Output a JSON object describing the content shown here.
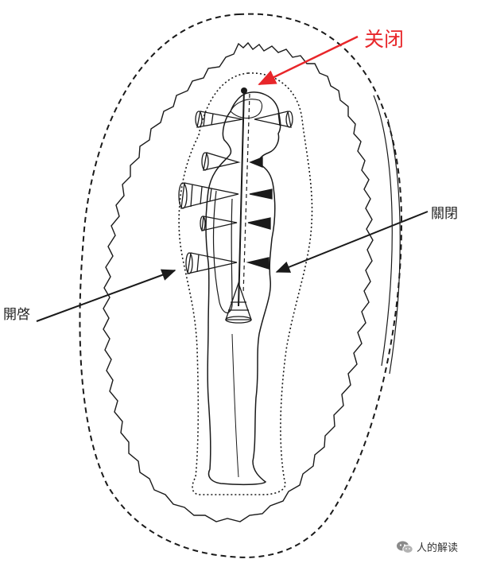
{
  "labels": {
    "closed": "关闭",
    "closed_traditional": "關閉",
    "open_traditional": "開啓"
  },
  "watermark": {
    "text": "人的解读",
    "icon": "wechat-icon"
  },
  "colors": {
    "annotation": "#e8262a",
    "ink": "#1a1a1a",
    "background": "#ffffff"
  }
}
